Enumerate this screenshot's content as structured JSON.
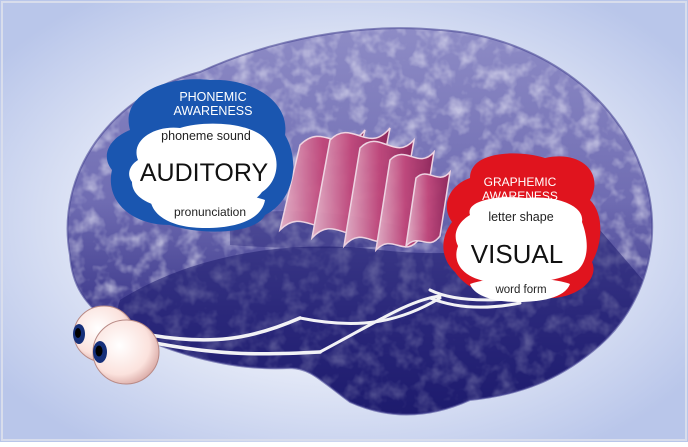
{
  "auditory": {
    "arc_label_line1": "PHONEMIC",
    "arc_label_line2": "AWARENESS",
    "top_label": "phoneme sound",
    "main_label": "AUDITORY",
    "bottom_label": "pronunciation",
    "color": "#1a56b0"
  },
  "visual": {
    "arc_label_line1": "GRAPHEMIC",
    "arc_label_line2": "AWARENESS",
    "top_label": "letter shape",
    "main_label": "VISUAL",
    "bottom_label": "word form",
    "color": "#e0141e"
  },
  "colors": {
    "background_glow": "#c9d4ee",
    "brain_light": "#7a78b8",
    "brain_dark": "#1e1b6e",
    "wave_pink": "#c2477a",
    "eye_white": "#fbe7e4"
  }
}
